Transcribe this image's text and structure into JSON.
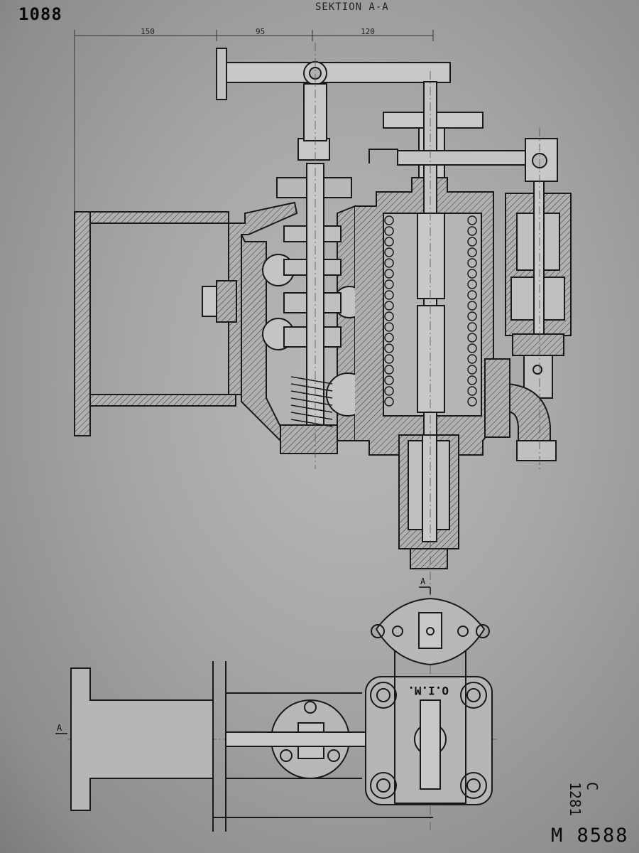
{
  "sheet": {
    "top_number": "1088",
    "section_title": "SEKTION A-A",
    "drawing_number": "M 8588",
    "side_code": "C 1281"
  },
  "dimensions": {
    "d1": "150",
    "d2": "95",
    "d3": "120"
  },
  "labels": {
    "section_mark_top": "A",
    "section_mark_left": "A",
    "plate_text": "O.I.M."
  }
}
